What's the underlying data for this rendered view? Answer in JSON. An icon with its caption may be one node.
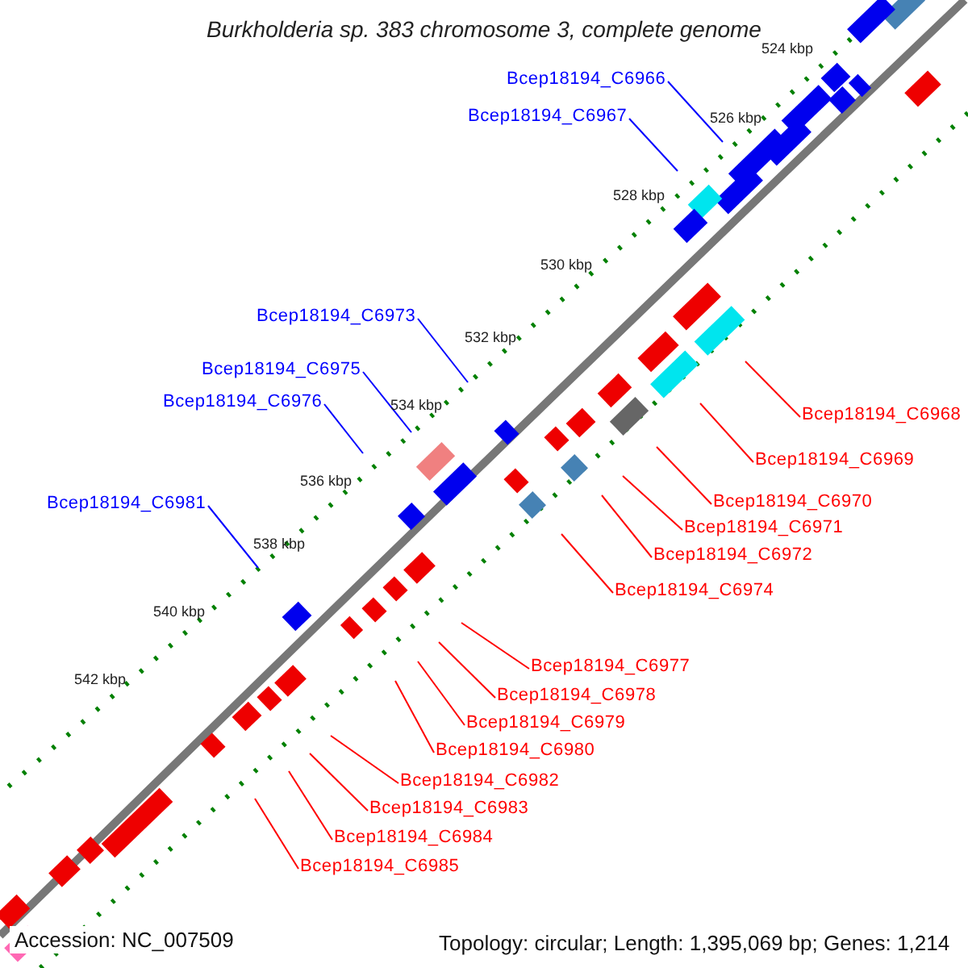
{
  "diagram": {
    "title": "Burkholderia sp. 383 chromosome 3, complete genome",
    "nodes": [
      {
        "text": [
          "Bcep18194_C6966"
        ]
      },
      {
        "text": [
          "Bcep18194_C6967"
        ]
      },
      {
        "text": [
          "Bcep18194_C6973"
        ]
      },
      {
        "text": [
          "Bcep18194_C6968"
        ]
      },
      {
        "text": [
          "Bcep18194_C6975"
        ]
      },
      {
        "text": [
          "Bcep18194_C6976"
        ]
      },
      {
        "text": [
          "Bcep18194_C6969"
        ]
      },
      {
        "text": [
          "Bcep18194_C6981"
        ]
      },
      {
        "text": [
          "Bcep18194_C6970"
        ]
      },
      {
        "text": [
          "Bcep18194_C6971"
        ]
      },
      {
        "text": [
          "Bcep18194_C6972"
        ]
      },
      {
        "text": [
          "Bcep18194_C6974"
        ]
      },
      {
        "text": [
          "Bcep18194_C6977"
        ]
      },
      {
        "text": [
          "Bcep18194_C6978"
        ]
      },
      {
        "text": [
          "Bcep18194_C6979"
        ]
      },
      {
        "text": [
          "Bcep18194_C6980"
        ]
      },
      {
        "text": [
          "Bcep18194_C6982"
        ]
      },
      {
        "text": [
          "Bcep18194_C6983"
        ]
      },
      {
        "text": [
          "Bcep18194_C6984"
        ]
      },
      {
        "text": [
          "Bcep18194_C6985"
        ]
      }
    ],
    "edges": [
      {
        "from": 0,
        "to": null,
        "arrow": "none",
        "color": "#0000ff"
      },
      {
        "from": 1,
        "to": null,
        "arrow": "none",
        "color": "#0000ff"
      },
      {
        "from": 2,
        "to": null,
        "arrow": "none",
        "color": "#0000ff"
      },
      {
        "from": 3,
        "to": null,
        "arrow": "none"
      },
      {
        "from": 4,
        "to": null,
        "arrow": "none",
        "color": "#0000ff"
      },
      {
        "from": 5,
        "to": null,
        "arrow": "none",
        "color": "#0000ff"
      },
      {
        "from": 6,
        "to": null,
        "arrow": "none"
      },
      {
        "from": 7,
        "to": null,
        "arrow": "none",
        "color": "#0000ff"
      },
      {
        "from": 8,
        "to": null,
        "arrow": "none"
      },
      {
        "from": 9,
        "to": null,
        "arrow": "none"
      },
      {
        "from": 10,
        "to": null,
        "arrow": "none"
      },
      {
        "from": 11,
        "to": null,
        "arrow": "none"
      },
      {
        "from": 12,
        "to": null,
        "arrow": "none"
      },
      {
        "from": 13,
        "to": null,
        "arrow": "none"
      },
      {
        "from": 14,
        "to": null,
        "arrow": "none"
      },
      {
        "from": 15,
        "to": null,
        "arrow": "none"
      },
      {
        "from": 16,
        "to": null,
        "arrow": "none"
      },
      {
        "from": 17,
        "to": null,
        "arrow": "none"
      },
      {
        "from": 18,
        "to": null,
        "arrow": "none"
      },
      {
        "from": 19,
        "to": null,
        "arrow": "none"
      }
    ],
    "labels": [
      "524 kbp",
      "526 kbp",
      "528 kbp",
      "530 kbp",
      "532 kbp",
      "534 kbp",
      "536 kbp",
      "538 kbp",
      "540 kbp",
      "542 kbp",
      "Accession: NC_007509",
      "Topology: circular; Length: 1,395,069 bp; Genes: 1,214"
    ]
  }
}
